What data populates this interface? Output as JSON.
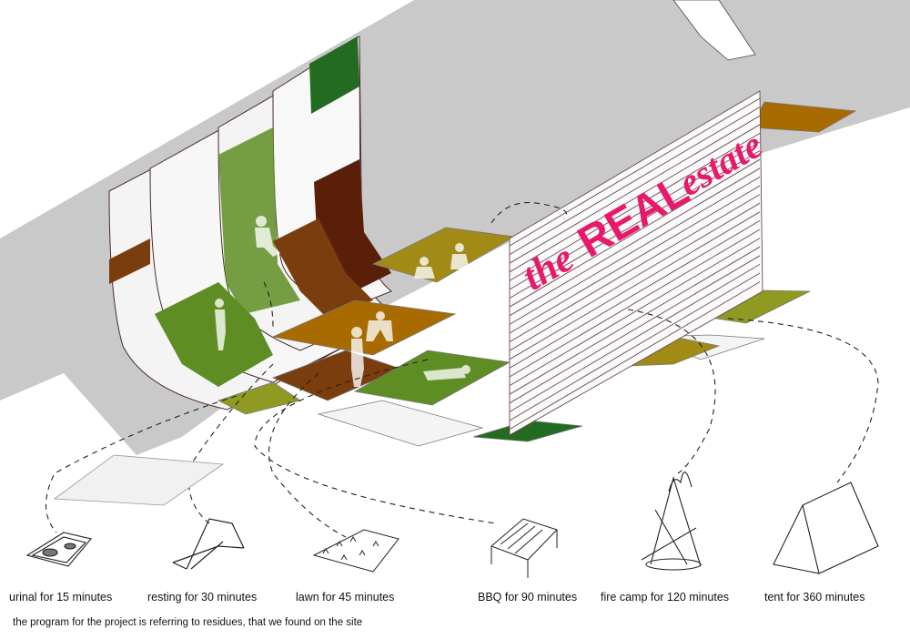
{
  "sign": {
    "word1": "the",
    "word2": "REAL",
    "word3": "estate",
    "color": "#e8196b"
  },
  "colors": {
    "wall": "#c8c8c8",
    "panel": "#f2f2f2",
    "dark_green": "#246b22",
    "lawn_green": "#5e8e23",
    "lime": "#8f9a22",
    "brown": "#7a3d0e",
    "dark_brown": "#5a1f08",
    "ochre": "#a86b00",
    "olive": "#a28a16"
  },
  "captions": {
    "urinal": "urinal for 15 minutes",
    "resting": "resting for 30 minutes",
    "lawn": "lawn for 45 minutes",
    "bbq": "BBQ for 90 minutes",
    "fire_camp": "fire camp for 120 minutes",
    "tent": "tent for 360 minutes"
  },
  "icons": [
    "urinal-icon",
    "deck-chair-icon",
    "lawn-icon",
    "bbq-icon",
    "campfire-icon",
    "tent-icon"
  ],
  "note": "the program for the project is referring to residues, that we found on the site"
}
